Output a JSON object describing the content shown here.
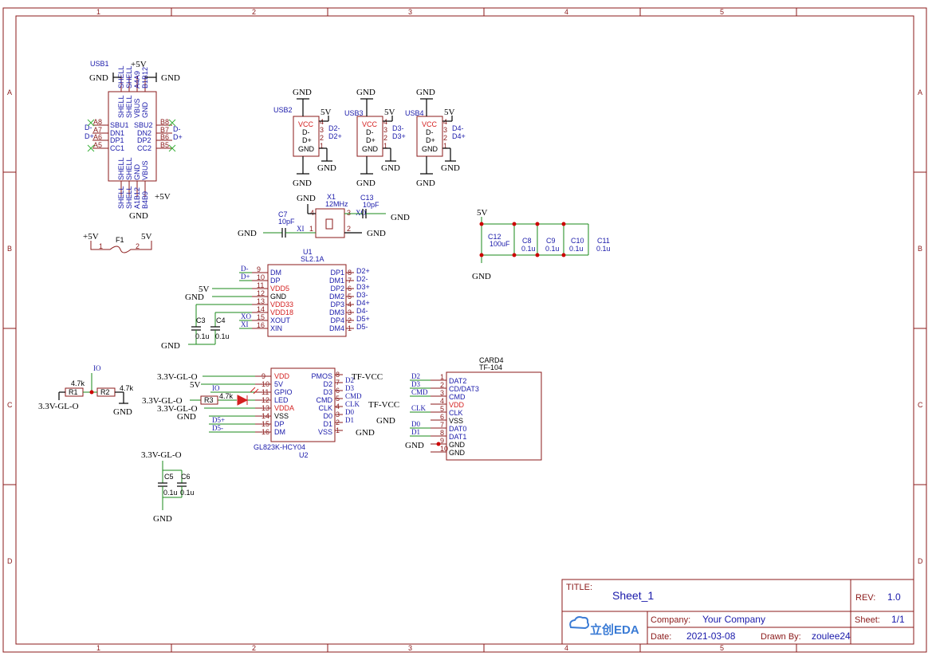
{
  "frame": {
    "cols": [
      "1",
      "2",
      "3",
      "4",
      "5"
    ],
    "rows": [
      "A",
      "B",
      "C",
      "D"
    ]
  },
  "title_block": {
    "title_label": "TITLE:",
    "title": "Sheet_1",
    "rev_label": "REV:",
    "rev": "1.0",
    "company_label": "Company:",
    "company": "Your Company",
    "sheet_label": "Sheet:",
    "sheet": "1/1",
    "date_label": "Date:",
    "date": "2021-03-08",
    "drawn_label": "Drawn By:",
    "drawn": "zoulee24",
    "logo_text": "立创EDA",
    "accent": "#8b1a1a"
  },
  "usb1": {
    "ref": "USB1",
    "top_pins": [
      "SHELL",
      "SHELL",
      "A4A9",
      "B1B12"
    ],
    "top_inner": [
      "SHELL",
      "SHELL",
      "VBUS",
      "GND"
    ],
    "left_pins": [
      [
        "A8",
        "SBU1"
      ],
      [
        "A7",
        "DN1"
      ],
      [
        "A6",
        "DP1"
      ],
      [
        "A5",
        "CC1"
      ]
    ],
    "right_pins": [
      [
        "B8",
        "SBU2"
      ],
      [
        "B7",
        "DN2"
      ],
      [
        "B6",
        "DP2"
      ],
      [
        "B5",
        "CC2"
      ]
    ],
    "bottom_inner": [
      "SHELL",
      "SHELL",
      "GND",
      "VBUS"
    ],
    "bottom_pins": [
      "SHELL",
      "SHELL",
      "A1B12",
      "B4B9"
    ],
    "left_nets": [
      "D-",
      "D+"
    ],
    "right_nets": [
      "D-",
      "D+"
    ],
    "plus5v": "+5V",
    "gnd": "GND"
  },
  "usb_ports": [
    {
      "ref": "USB2",
      "vcc": "VCC",
      "dm": "D-",
      "dp": "D+",
      "gnd": "GND",
      "n4": "4",
      "n3": "3",
      "n2": "2",
      "n1": "1",
      "v5": "5V",
      "net_m": "D2-",
      "net_p": "D2+",
      "g": "GND"
    },
    {
      "ref": "USB3",
      "vcc": "VCC",
      "dm": "D-",
      "dp": "D+",
      "gnd": "GND",
      "n4": "4",
      "n3": "3",
      "n2": "2",
      "n1": "1",
      "v5": "5V",
      "net_m": "D3-",
      "net_p": "D3+",
      "g": "GND"
    },
    {
      "ref": "USB4",
      "vcc": "VCC",
      "dm": "D-",
      "dp": "D+",
      "gnd": "GND",
      "n4": "4",
      "n3": "3",
      "n2": "2",
      "n1": "1",
      "v5": "5V",
      "net_m": "D4-",
      "net_p": "D4+",
      "g": "GND"
    }
  ],
  "fuse": {
    "ref": "F1",
    "left_net": "+5V",
    "right_net": "5V",
    "p1": "1",
    "p2": "2"
  },
  "crystal": {
    "ref": "X1",
    "value": "12MHz",
    "gnd": "GND",
    "c7": "C7",
    "c7v": "10pF",
    "c13": "C13",
    "c13v": "10pF",
    "xi": "XI",
    "xo": "XO",
    "p1": "1",
    "p2": "2",
    "p3": "3",
    "p4": "4"
  },
  "u1": {
    "ref": "U1",
    "part": "SL2.1A",
    "left": [
      {
        "no": "9",
        "name": "DM",
        "net": "D-",
        "color": "blue"
      },
      {
        "no": "10",
        "name": "DP",
        "net": "D+",
        "color": "blue"
      },
      {
        "no": "11",
        "name": "VDD5",
        "net": "",
        "color": "red"
      },
      {
        "no": "12",
        "name": "GND",
        "net": "",
        "color": "black"
      },
      {
        "no": "13",
        "name": "VDD33",
        "net": "",
        "color": "red"
      },
      {
        "no": "14",
        "name": "VDD18",
        "net": "",
        "color": "red"
      },
      {
        "no": "15",
        "name": "XOUT",
        "net": "XO",
        "color": "blue"
      },
      {
        "no": "16",
        "name": "XIN",
        "net": "XI",
        "color": "blue"
      }
    ],
    "right": [
      {
        "no": "8",
        "name": "DP1",
        "net": "D2+"
      },
      {
        "no": "7",
        "name": "DM1",
        "net": "D2-"
      },
      {
        "no": "6",
        "name": "DP2",
        "net": "D3+"
      },
      {
        "no": "5",
        "name": "DM2",
        "net": "D3-"
      },
      {
        "no": "4",
        "name": "DP3",
        "net": "D4+"
      },
      {
        "no": "3",
        "name": "DM3",
        "net": "D4-"
      },
      {
        "no": "2",
        "name": "DP4",
        "net": "D5+"
      },
      {
        "no": "1",
        "name": "DM4",
        "net": "D5-"
      }
    ],
    "v5": "5V",
    "gnd": "GND",
    "c3": "C3",
    "c3v": "0.1u",
    "c4": "C4",
    "c4v": "0.1u",
    "gnd2": "GND"
  },
  "caps_bank": {
    "v5": "5V",
    "gnd": "GND",
    "c12": "C12",
    "c12v": "100uF",
    "c8": "C8",
    "c8v": "0.1u",
    "c9": "C9",
    "c9v": "0.1u",
    "c10": "C10",
    "c10v": "0.1u",
    "c11": "C11",
    "c11v": "0.1u"
  },
  "divider": {
    "io": "IO",
    "r1": "R1",
    "r1v": "4.7k",
    "r2": "R2",
    "r2v": "4.7k",
    "net": "3.3V-GL-O",
    "gnd": "GND"
  },
  "u2": {
    "ref": "U2",
    "part": "GL823K-HCY04",
    "left": [
      {
        "no": "9",
        "name": "VDD",
        "color": "red",
        "net": "3.3V-GL-O"
      },
      {
        "no": "10",
        "name": "5V",
        "color": "blue",
        "net": "5V"
      },
      {
        "no": "11",
        "name": "GPIO",
        "color": "blue",
        "net": "IO"
      },
      {
        "no": "12",
        "name": "LED",
        "color": "blue",
        "net": "3.3V-GL-O"
      },
      {
        "no": "13",
        "name": "VDDA",
        "color": "red",
        "net": "3.3V-GL-O"
      },
      {
        "no": "14",
        "name": "VSS",
        "color": "black",
        "net": "GND"
      },
      {
        "no": "15",
        "name": "DP",
        "color": "blue",
        "net": "D5+"
      },
      {
        "no": "16",
        "name": "DM",
        "color": "blue",
        "net": "D5-"
      }
    ],
    "right": [
      {
        "no": "8",
        "name": "PMOS",
        "net": "TF-VCC"
      },
      {
        "no": "7",
        "name": "D2",
        "net": "D2"
      },
      {
        "no": "6",
        "name": "D3",
        "net": "D3"
      },
      {
        "no": "5",
        "name": "CMD",
        "net": "CMD"
      },
      {
        "no": "4",
        "name": "CLK",
        "net": "CLK"
      },
      {
        "no": "3",
        "name": "D0",
        "net": "D0"
      },
      {
        "no": "2",
        "name": "D1",
        "net": "D1"
      },
      {
        "no": "1",
        "name": "VSS",
        "net": "GND"
      }
    ],
    "r3": "R3",
    "r3v": "4.7k"
  },
  "caps2": {
    "net": "3.3V-GL-O",
    "c5": "C5",
    "c5v": "0.1u",
    "c6": "C6",
    "c6v": "0.1u",
    "gnd": "GND"
  },
  "card4": {
    "ref": "CARD4",
    "part": "TF-104",
    "pins": [
      {
        "no": "1",
        "name": "DAT2",
        "net": "D2",
        "color": "blue"
      },
      {
        "no": "2",
        "name": "CD/DAT3",
        "net": "D3",
        "color": "blue"
      },
      {
        "no": "3",
        "name": "CMD",
        "net": "CMD",
        "color": "blue"
      },
      {
        "no": "4",
        "name": "VDD",
        "net": "",
        "color": "red"
      },
      {
        "no": "5",
        "name": "CLK",
        "net": "CLK",
        "color": "blue"
      },
      {
        "no": "6",
        "name": "VSS",
        "net": "",
        "color": "black"
      },
      {
        "no": "7",
        "name": "DAT0",
        "net": "D0",
        "color": "blue"
      },
      {
        "no": "8",
        "name": "DAT1",
        "net": "D1",
        "color": "blue"
      },
      {
        "no": "9",
        "name": "GND",
        "net": "",
        "color": "black"
      },
      {
        "no": "10",
        "name": "GND",
        "net": "",
        "color": "black"
      }
    ],
    "tfvcc": "TF-VCC",
    "gnd": "GND",
    "gnd2": "GND"
  }
}
